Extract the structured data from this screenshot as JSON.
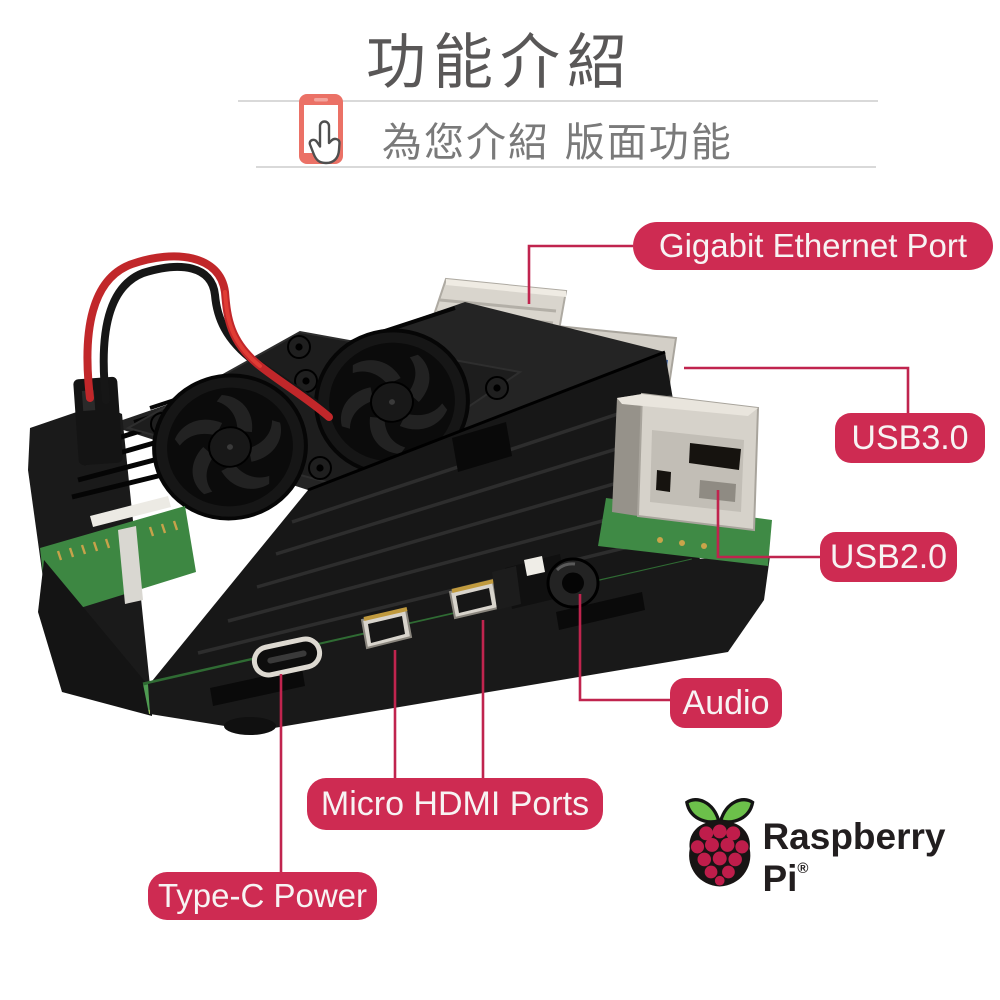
{
  "header": {
    "title": "功能介紹",
    "subtitle": "為您介紹 版面功能"
  },
  "callouts": [
    {
      "id": "ethernet",
      "label": "Gigabit Ethernet Port"
    },
    {
      "id": "usb3",
      "label": "USB3.0"
    },
    {
      "id": "usb2",
      "label": "USB2.0"
    },
    {
      "id": "audio",
      "label": "Audio"
    },
    {
      "id": "hdmi",
      "label": "Micro HDMI Ports"
    },
    {
      "id": "typec",
      "label": "Type-C Power"
    }
  ],
  "brand": {
    "name": "Raspberry Pi",
    "registered_mark": "®"
  },
  "icons": [
    "phone-touch-icon",
    "raspberry-pi-logo-icon"
  ],
  "colors": {
    "callout_bg": "#ce2b52",
    "callout_text": "#f7f3f3",
    "callout_line": "#c0244e",
    "title_text": "#595757",
    "subtitle_text": "#7a7a7a",
    "divider": "#d9d9d9",
    "phone_icon": "#eb7166",
    "logo_berry": "#bf1d4b",
    "logo_leaf": "#6cc04a",
    "pcb_green": "#4f9b52",
    "case_black": "#171717"
  }
}
